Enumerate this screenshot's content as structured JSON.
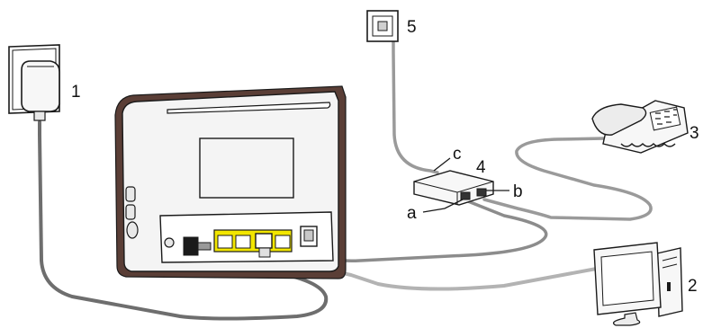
{
  "callouts": {
    "power_adapter": "1",
    "computer": "2",
    "telephone": "3",
    "splitter": "4",
    "phone_jack": "5",
    "splitter_port_a": "a",
    "splitter_port_b": "b",
    "splitter_port_c": "c"
  },
  "colors": {
    "outline": "#1a1a1a",
    "router_body": "#f4f4f4",
    "router_stand": "#5a3e36",
    "lan_ports": "#f2e600",
    "cable_dark": "#6e6e6e",
    "cable_light": "#b3b3b3"
  }
}
